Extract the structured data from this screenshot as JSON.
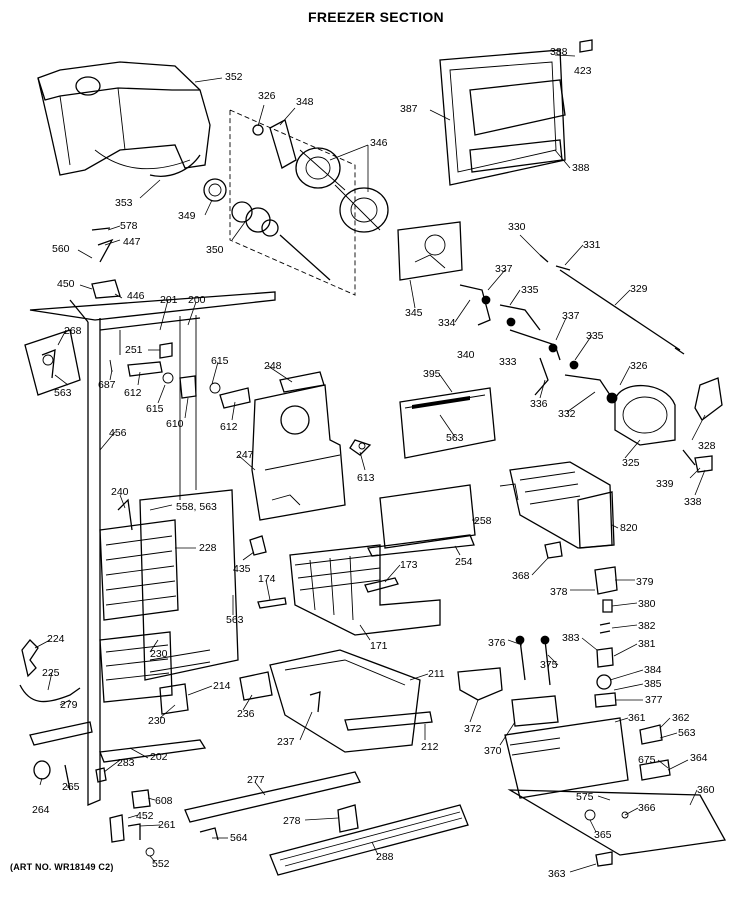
{
  "title": "FREEZER SECTION",
  "art_number": "(ART NO. WR18149 C2)",
  "callouts": [
    "352",
    "326",
    "348",
    "346",
    "387",
    "388",
    "423",
    "388",
    "353",
    "349",
    "350",
    "578",
    "447",
    "560",
    "450",
    "446",
    "345",
    "330",
    "331",
    "201",
    "200",
    "268",
    "251",
    "615",
    "248",
    "334",
    "337",
    "335",
    "329",
    "687",
    "612",
    "563",
    "615",
    "610",
    "612",
    "340",
    "333",
    "337",
    "335",
    "395",
    "326",
    "456",
    "247",
    "563",
    "613",
    "336",
    "332",
    "328",
    "325",
    "240",
    "558, 563",
    "228",
    "258",
    "339",
    "338",
    "820",
    "435",
    "174",
    "173",
    "254",
    "368",
    "563",
    "378",
    "379",
    "380",
    "382",
    "224",
    "376",
    "375",
    "383",
    "381",
    "171",
    "230",
    "211",
    "384",
    "385",
    "225",
    "279",
    "214",
    "236",
    "372",
    "377",
    "230",
    "361",
    "362",
    "563",
    "237",
    "212",
    "370",
    "202",
    "283",
    "675",
    "364",
    "264",
    "265",
    "277",
    "575",
    "360",
    "608",
    "366",
    "452",
    "261",
    "278",
    "365",
    "564",
    "552",
    "288",
    "363"
  ]
}
